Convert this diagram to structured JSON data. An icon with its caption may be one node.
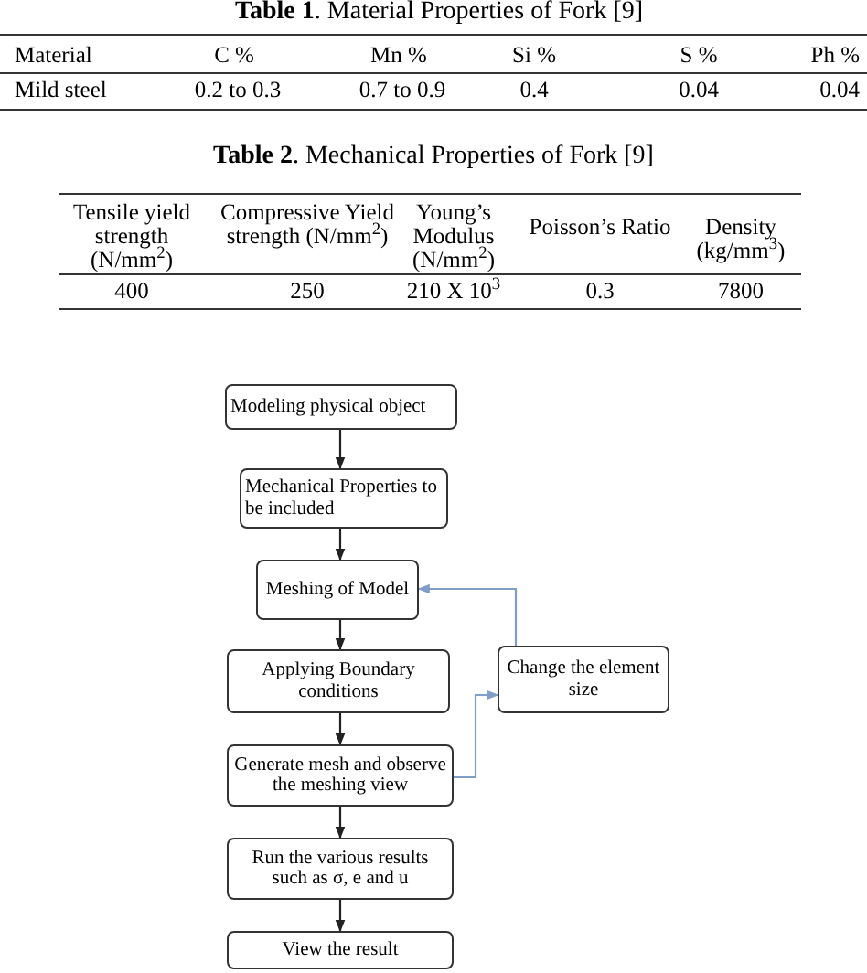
{
  "diagram": {
    "nodes": [
      {
        "text": [
          "Modeling physical object"
        ]
      },
      {
        "text": [
          "Mechanical Properties to be included"
        ]
      },
      {
        "text": [
          "Meshing of Model"
        ]
      },
      {
        "text": [
          "Applying Boundary conditions"
        ]
      },
      {
        "text": [
          "Generate mesh and observe the meshing view"
        ]
      },
      {
        "text": [
          "Run the various results such as σ, e and u"
        ]
      },
      {
        "text": [
          "View the result"
        ]
      },
      {
        "text": [
          "Change the element size"
        ]
      }
    ],
    "edges": [
      {
        "from": 0,
        "to": 1,
        "arrow": "to"
      },
      {
        "from": 1,
        "to": 2,
        "arrow": "to"
      },
      {
        "from": 2,
        "to": 3,
        "arrow": "to"
      },
      {
        "from": 3,
        "to": 4,
        "arrow": "to"
      },
      {
        "from": 4,
        "to": 5,
        "arrow": "to"
      },
      {
        "from": 5,
        "to": 6,
        "arrow": "to"
      },
      {
        "from": 4,
        "to": 7,
        "arrow": "to",
        "color": "#7f9fc8"
      },
      {
        "from": 7,
        "to": 2,
        "arrow": "to",
        "color": "#7f9fc8"
      }
    ],
    "labels": [
      "**Table 1**. Material Properties of Fork [9]",
      "Material",
      "C %",
      "Mn %",
      "Si %",
      "S %",
      "Ph %",
      "Mild steel",
      "0.2 to 0.3",
      "0.7 to 0.9",
      "0.4",
      "0.04",
      "0.04",
      "**Table 2**. Mechanical Properties of Fork [9]",
      "Tensile yield strength (N/mm$^{2}$)",
      "Compressive Yield strength (N/mm$^{2}$)",
      "Young’s Modulus (N/mm$^{2}$)",
      "Poisson’s Ratio",
      "Density (kg/mm$^{3}$)",
      "400",
      "250",
      "210 X 10$^{3}$",
      "0.3",
      "7800"
    ]
  }
}
